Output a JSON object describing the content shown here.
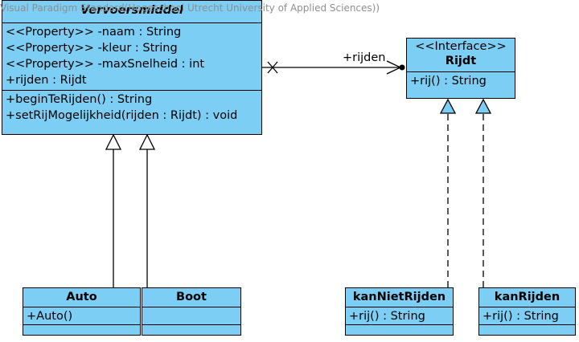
{
  "watermark": "Visual Paradigm Standard(Hogeschool Utrecht University of Applied Sciences))",
  "classes": {
    "vervoersmiddel": {
      "name": "Vervoersmiddel",
      "attributes": [
        "<<Property>> -naam : String",
        "<<Property>> -kleur : String",
        "<<Property>> -maxSnelheid : int",
        "+rijden : Rijdt"
      ],
      "operations": [
        "+beginTeRijden() : String",
        "+setRijMogelijkheid(rijden : Rijdt) : void"
      ]
    },
    "rijdt": {
      "stereotype": "<<Interface>>",
      "name": "Rijdt",
      "operations": [
        "+rij() : String"
      ]
    },
    "auto": {
      "name": "Auto",
      "operations": [
        "+Auto()"
      ]
    },
    "boot": {
      "name": "Boot",
      "operations": []
    },
    "kanNietRijden": {
      "name": "kanNietRijden",
      "operations": [
        "+rij() : String"
      ]
    },
    "kanRijden": {
      "name": "kanRijden",
      "operations": [
        "+rij() : String"
      ]
    }
  },
  "associations": {
    "rijden_role": "+rijden"
  },
  "colors": {
    "class_fill": "#7dcef4",
    "border": "#000000",
    "watermark": "#8e8e8e"
  }
}
